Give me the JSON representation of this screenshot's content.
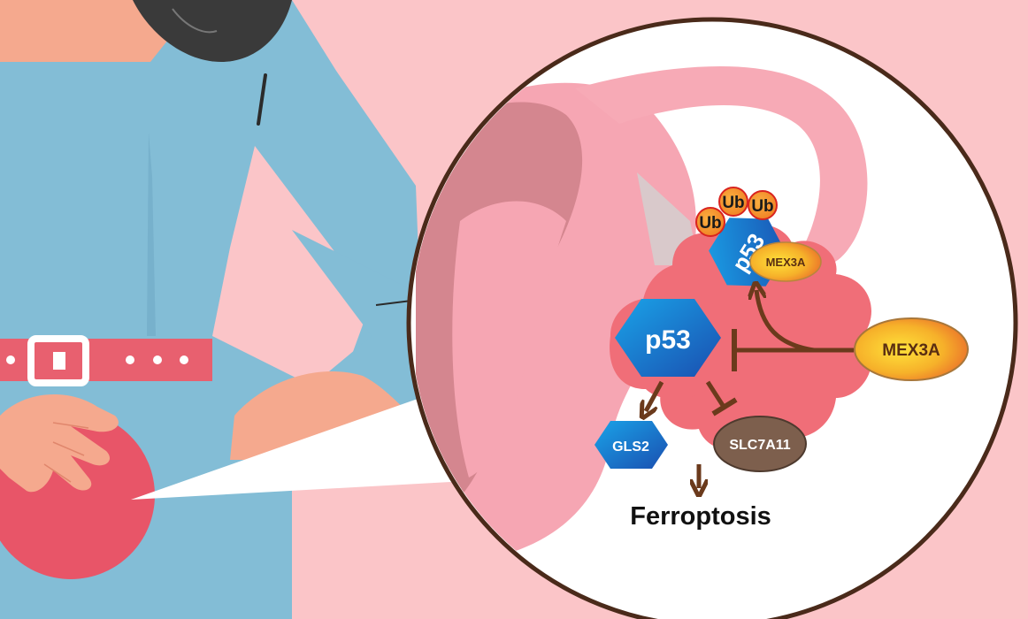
{
  "diagram": {
    "ub_markers": [
      "Ub",
      "Ub",
      "Ub"
    ],
    "p53_ubiquitinated": "p53",
    "mex3a_bound": "MEX3A",
    "p53_main": "p53",
    "mex3a_main": "MEX3A",
    "gls2": "GLS2",
    "slc7a11": "SLC7A11",
    "ferroptosis": "Ferroptosis"
  },
  "colors": {
    "background_pink": "#fbc5c8",
    "shirt_blue": "#83bdd6",
    "belt": "#e8606f",
    "tumor": "#f0707a",
    "p53_blue": "#1585d6",
    "arrow_brown": "#6b3a1c",
    "slc7a11_brown": "#7d5f4d",
    "mex3a_yellow": "#f6c42a",
    "ub_orange": "#f59a2c"
  }
}
